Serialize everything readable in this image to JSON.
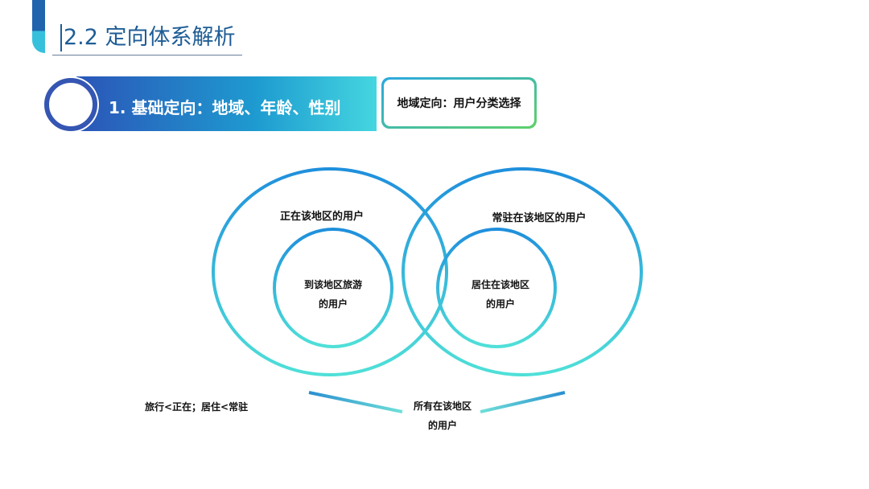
{
  "header": {
    "title": "2.2 定向体系解析"
  },
  "banner": {
    "text": "1. 基础定向：地域、年龄、性别"
  },
  "side_box": {
    "text": "地域定向：用户分类选择"
  },
  "venn": {
    "left_outer": "正在该地区的用户",
    "right_outer": "常驻在该地区的用户",
    "left_inner": [
      "到该地区旅游",
      "的用户"
    ],
    "right_inner": [
      "居住在该地区",
      "的用户"
    ],
    "all": [
      "所有在该地区",
      "的用户"
    ]
  },
  "note": "旅行<正在；居住<常驻",
  "colors": {
    "blue": "#1f8fdc",
    "cyan": "#4fe0d8"
  }
}
